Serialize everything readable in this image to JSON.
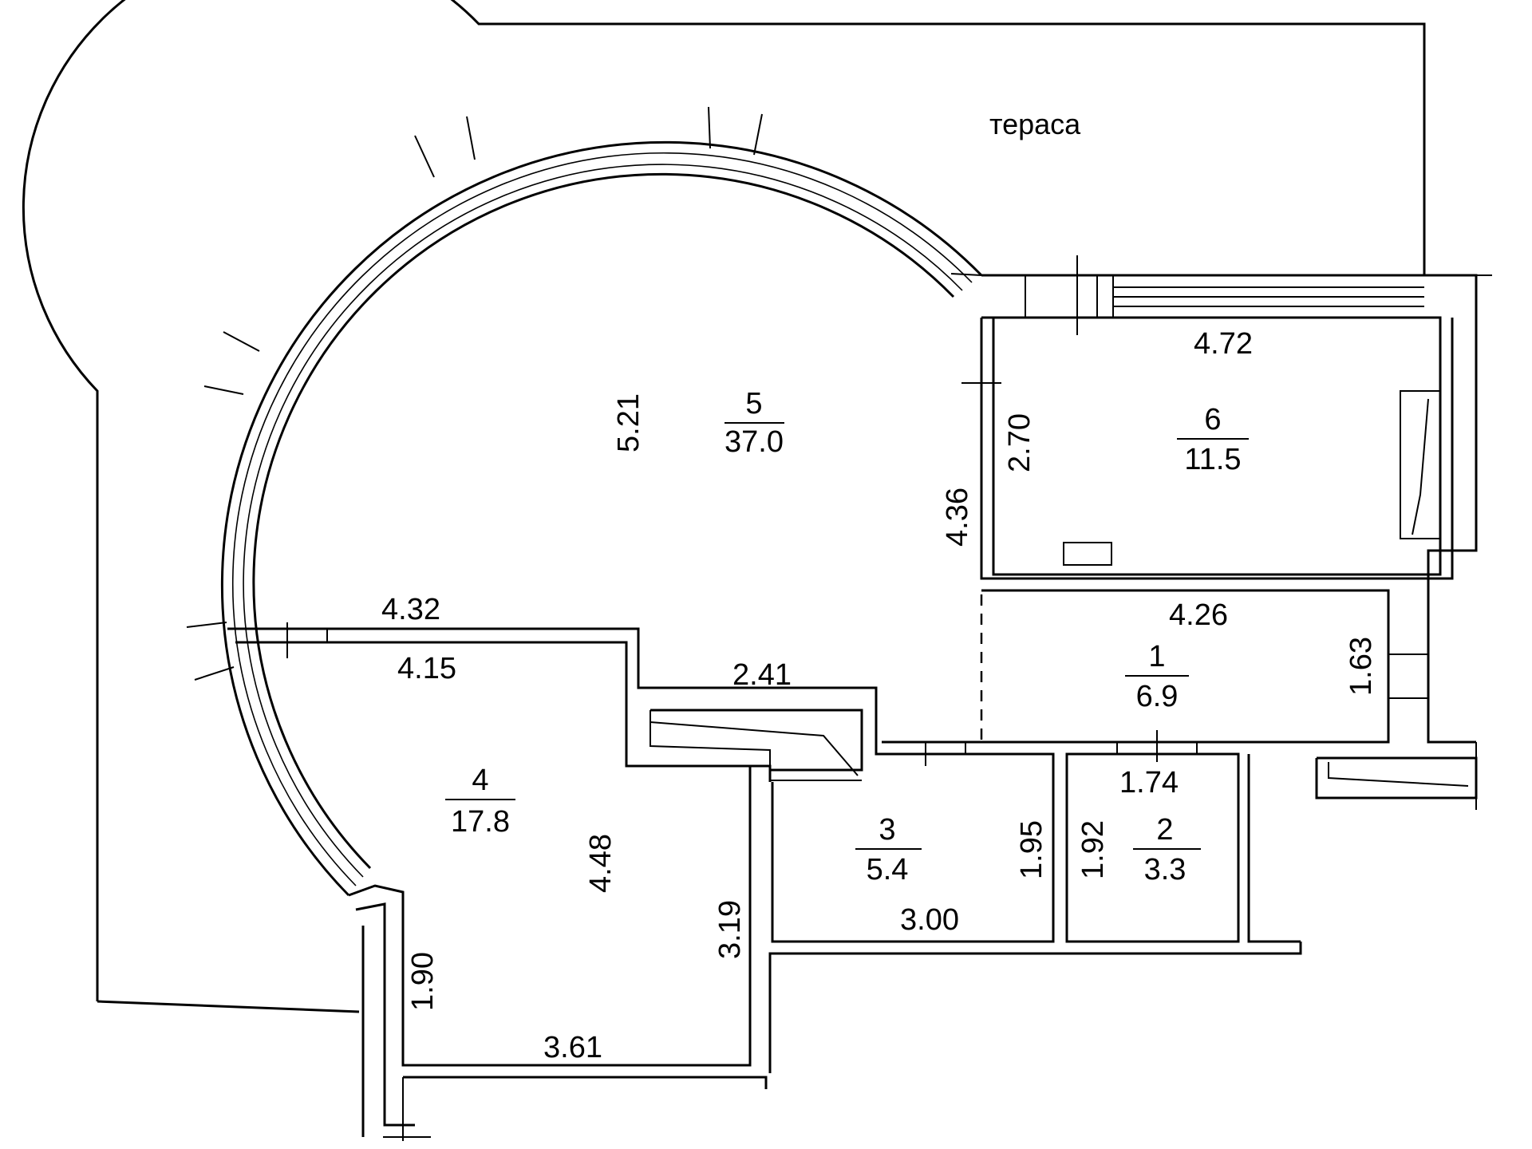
{
  "terrace_label": "тераса",
  "rooms": [
    {
      "number": "1",
      "area": "6.9"
    },
    {
      "number": "2",
      "area": "3.3"
    },
    {
      "number": "3",
      "area": "5.4"
    },
    {
      "number": "4",
      "area": "17.8"
    },
    {
      "number": "5",
      "area": "37.0"
    },
    {
      "number": "6",
      "area": "11.5"
    }
  ],
  "dimensions": {
    "d_4_72": "4.72",
    "d_2_70": "2.70",
    "d_5_21": "5.21",
    "d_4_36": "4.36",
    "d_4_32": "4.32",
    "d_4_26": "4.26",
    "d_1_63": "1.63",
    "d_4_15": "4.15",
    "d_2_41": "2.41",
    "d_1_74": "1.74",
    "d_4_48": "4.48",
    "d_1_95": "1.95",
    "d_1_92": "1.92",
    "d_3_19": "3.19",
    "d_3_00": "3.00",
    "d_1_90": "1.90",
    "d_3_61": "3.61"
  }
}
